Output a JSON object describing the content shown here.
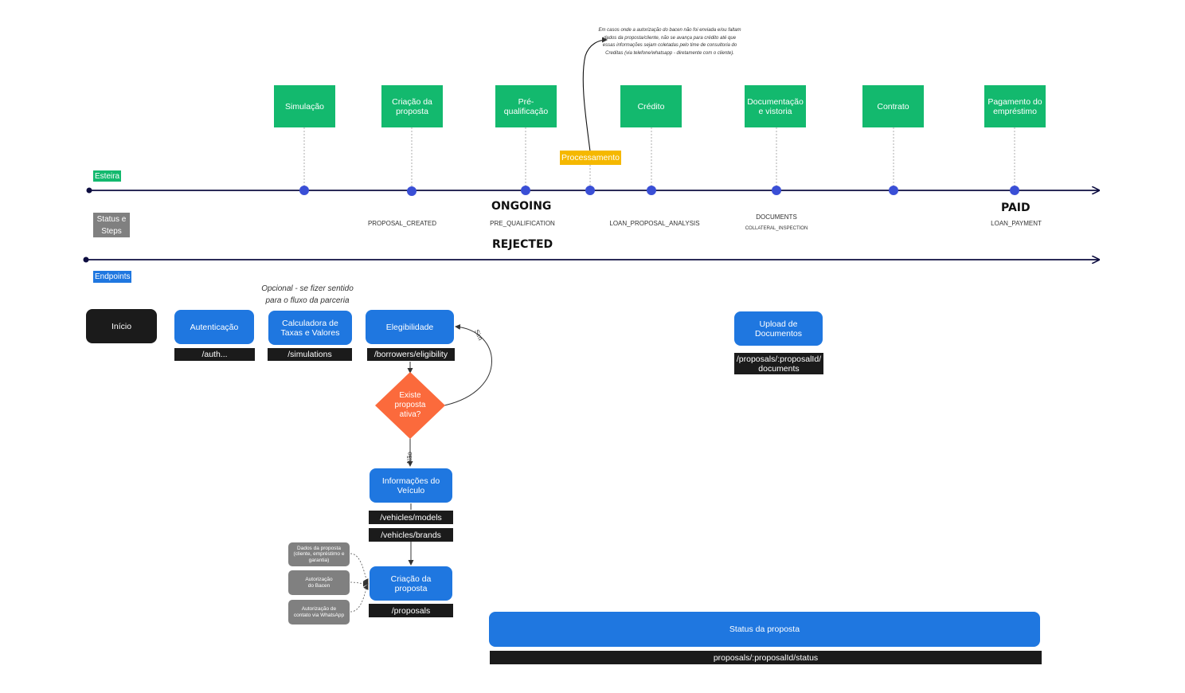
{
  "lanes": {
    "esteira": "Esteira",
    "status_steps": "Status  e\nSteps",
    "endpoints": "Endpoints"
  },
  "stages": [
    {
      "label": "Simulação"
    },
    {
      "label": "Criação da\nproposta"
    },
    {
      "label": "Pré-\nqualificação"
    },
    {
      "label": "Crédito"
    },
    {
      "label": "Documentação\ne vistoria"
    },
    {
      "label": "Contrato"
    },
    {
      "label": "Pagamento do\nempréstimo"
    }
  ],
  "processing": "Processamento",
  "note": "Em casos onde a autorização do bacen não foi enviada e/ou faltam dados da proposta/cliente, não se avança para crédito até que essas informações sejam coletadas pelo time de consultoria do Creditas (via telefone/whatsapp - diretamente com o cliente).",
  "statuses": {
    "ongoing": "ONGOING",
    "rejected": "REJECTED",
    "paid": "PAID",
    "proposal_created": "PROPOSAL_CREATED",
    "pre_qualification": "PRE_QUALIFICATION",
    "loan_proposal_analysis": "LOAN_PROPOSAL_ANALYSIS",
    "documents": "DOCUMENTS",
    "collateral_inspection": "COLLATERAL_INSPECTION",
    "loan_payment": "LOAN_PAYMENT"
  },
  "flow": {
    "inicio": "Início",
    "autenticacao": "Autenticação",
    "auth_endpoint": "/auth...",
    "optional_note": "Opcional - se fizer sentido\npara o fluxo da parceria",
    "calculadora": "Calculadora de\nTaxas e Valores",
    "simulations_endpoint": "/simulations",
    "elegibilidade": "Elegibilidade",
    "eligibility_endpoint": "/borrowers/eligibility",
    "decision": "Existe\nproposta\nativa?",
    "sim": "Sim",
    "nao": "Não",
    "veiculo": "Informações do\nVeículo",
    "models_endpoint": "/vehicles/models",
    "brands_endpoint": "/vehicles/brands",
    "criacao": "Criação da proposta",
    "proposals_endpoint": "/proposals",
    "dados": "Dados da proposta\n(cliente, empréstimo e\ngarantia)",
    "bacen": "Autorização\ndo Bacen",
    "whatsapp": "Autorização de\ncontato via WhatsApp",
    "upload": "Upload de\nDocumentos",
    "documents_endpoint": "/proposals/:proposalId/\ndocuments",
    "status": "Status da proposta",
    "status_endpoint": "proposals/:proposalId/status"
  },
  "colors": {
    "stage_green": "#13b96e",
    "processing_yellow": "#f5b800",
    "flow_blue": "#1f77e0",
    "endpoint_black": "#1b1b1b",
    "decision_orange": "#fb6a3c",
    "timeline_navy": "#0d0d40",
    "dot_blue": "#3a4fd6",
    "grey": "#808080"
  }
}
